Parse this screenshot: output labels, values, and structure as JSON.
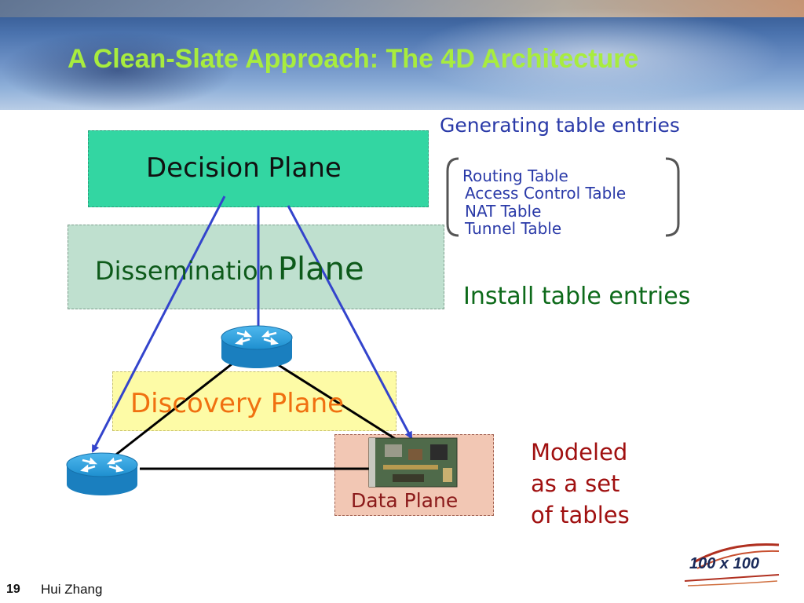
{
  "slide": {
    "title": "A Clean-Slate Approach: The 4D Architecture",
    "slide_number": "19",
    "author": "Hui Zhang",
    "logo_text": "100 x 100"
  },
  "planes": {
    "decision": "Decision Plane",
    "dissemination_part1": "Dissemination",
    "dissemination_part2": "Plane",
    "discovery": "Discovery Plane",
    "data": "Data Plane"
  },
  "annotations": {
    "generating": "Generating table entries",
    "tables": [
      "Routing Table",
      "Access Control Table",
      "NAT Table",
      "Tunnel Table"
    ],
    "install": "Install table entries",
    "modeled_lines": [
      "Modeled",
      "as a set",
      "of tables"
    ]
  },
  "colors": {
    "title": "#a8ec3e",
    "decision_fill": "#33d6a2",
    "dissemination_fill": "#bfe0cf",
    "discovery_fill": "#fdfba6",
    "data_fill": "#f2c7b4",
    "arrow": "#3344cc",
    "router": "#1e8fcf"
  },
  "icons": [
    "router-icon",
    "network-card-icon",
    "brace-icon",
    "logo-icon"
  ]
}
